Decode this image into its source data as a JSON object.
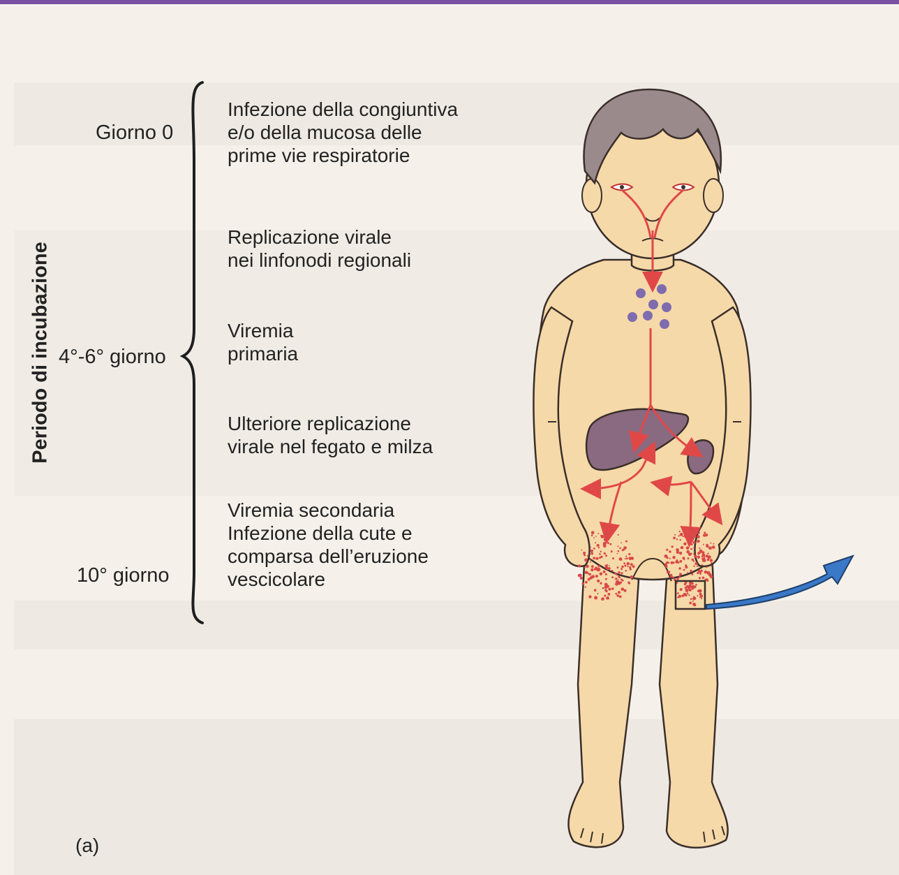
{
  "axis_label": "Periodo di incubazione",
  "days": [
    "Giorno 0",
    "4°-6° giorno",
    "10° giorno"
  ],
  "stages": [
    "Infezione della congiuntiva\ne/o della mucosa delle\nprime vie respiratorie",
    "Replicazione virale\nnei linfonodi regionali",
    "Viremia\nprimaria",
    "Ulteriore replicazione\nvirale nel fegato e milza",
    "Viremia secondaria\nInfezione della cute e\ncomparsa dell’eruzione\nvescicolare"
  ],
  "panel_label": "(a)",
  "colors": {
    "skin": "#f6d9a8",
    "hair": "#9a8a8c",
    "virus": "#7f6cae",
    "liver": "#8a6a80",
    "arrow_red": "#e04848",
    "arrow_blue": "#3a78c8",
    "background": "#f5f1ea"
  }
}
